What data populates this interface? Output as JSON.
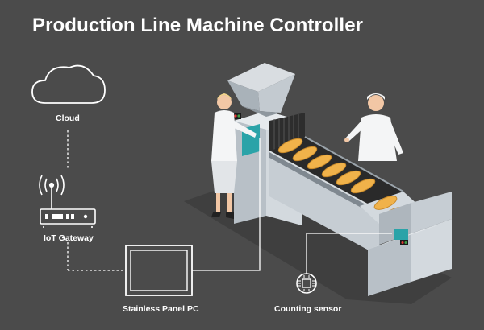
{
  "title": "Production Line Machine Controller",
  "labels": {
    "cloud": "Cloud",
    "gateway": "IoT Gateway",
    "panel_pc": "Stainless Panel PC",
    "sensor": "Counting sensor"
  },
  "icons": {
    "cloud": "cloud-icon",
    "gateway": "router-icon",
    "panel_pc": "monitor-icon",
    "sensor": "chip-icon"
  },
  "colors": {
    "background": "#4b4b4b",
    "line": "#ffffff",
    "machine_body": "#c9d0d6",
    "accent_screen": "#2aa3a8",
    "bread": "#f0b24a"
  }
}
